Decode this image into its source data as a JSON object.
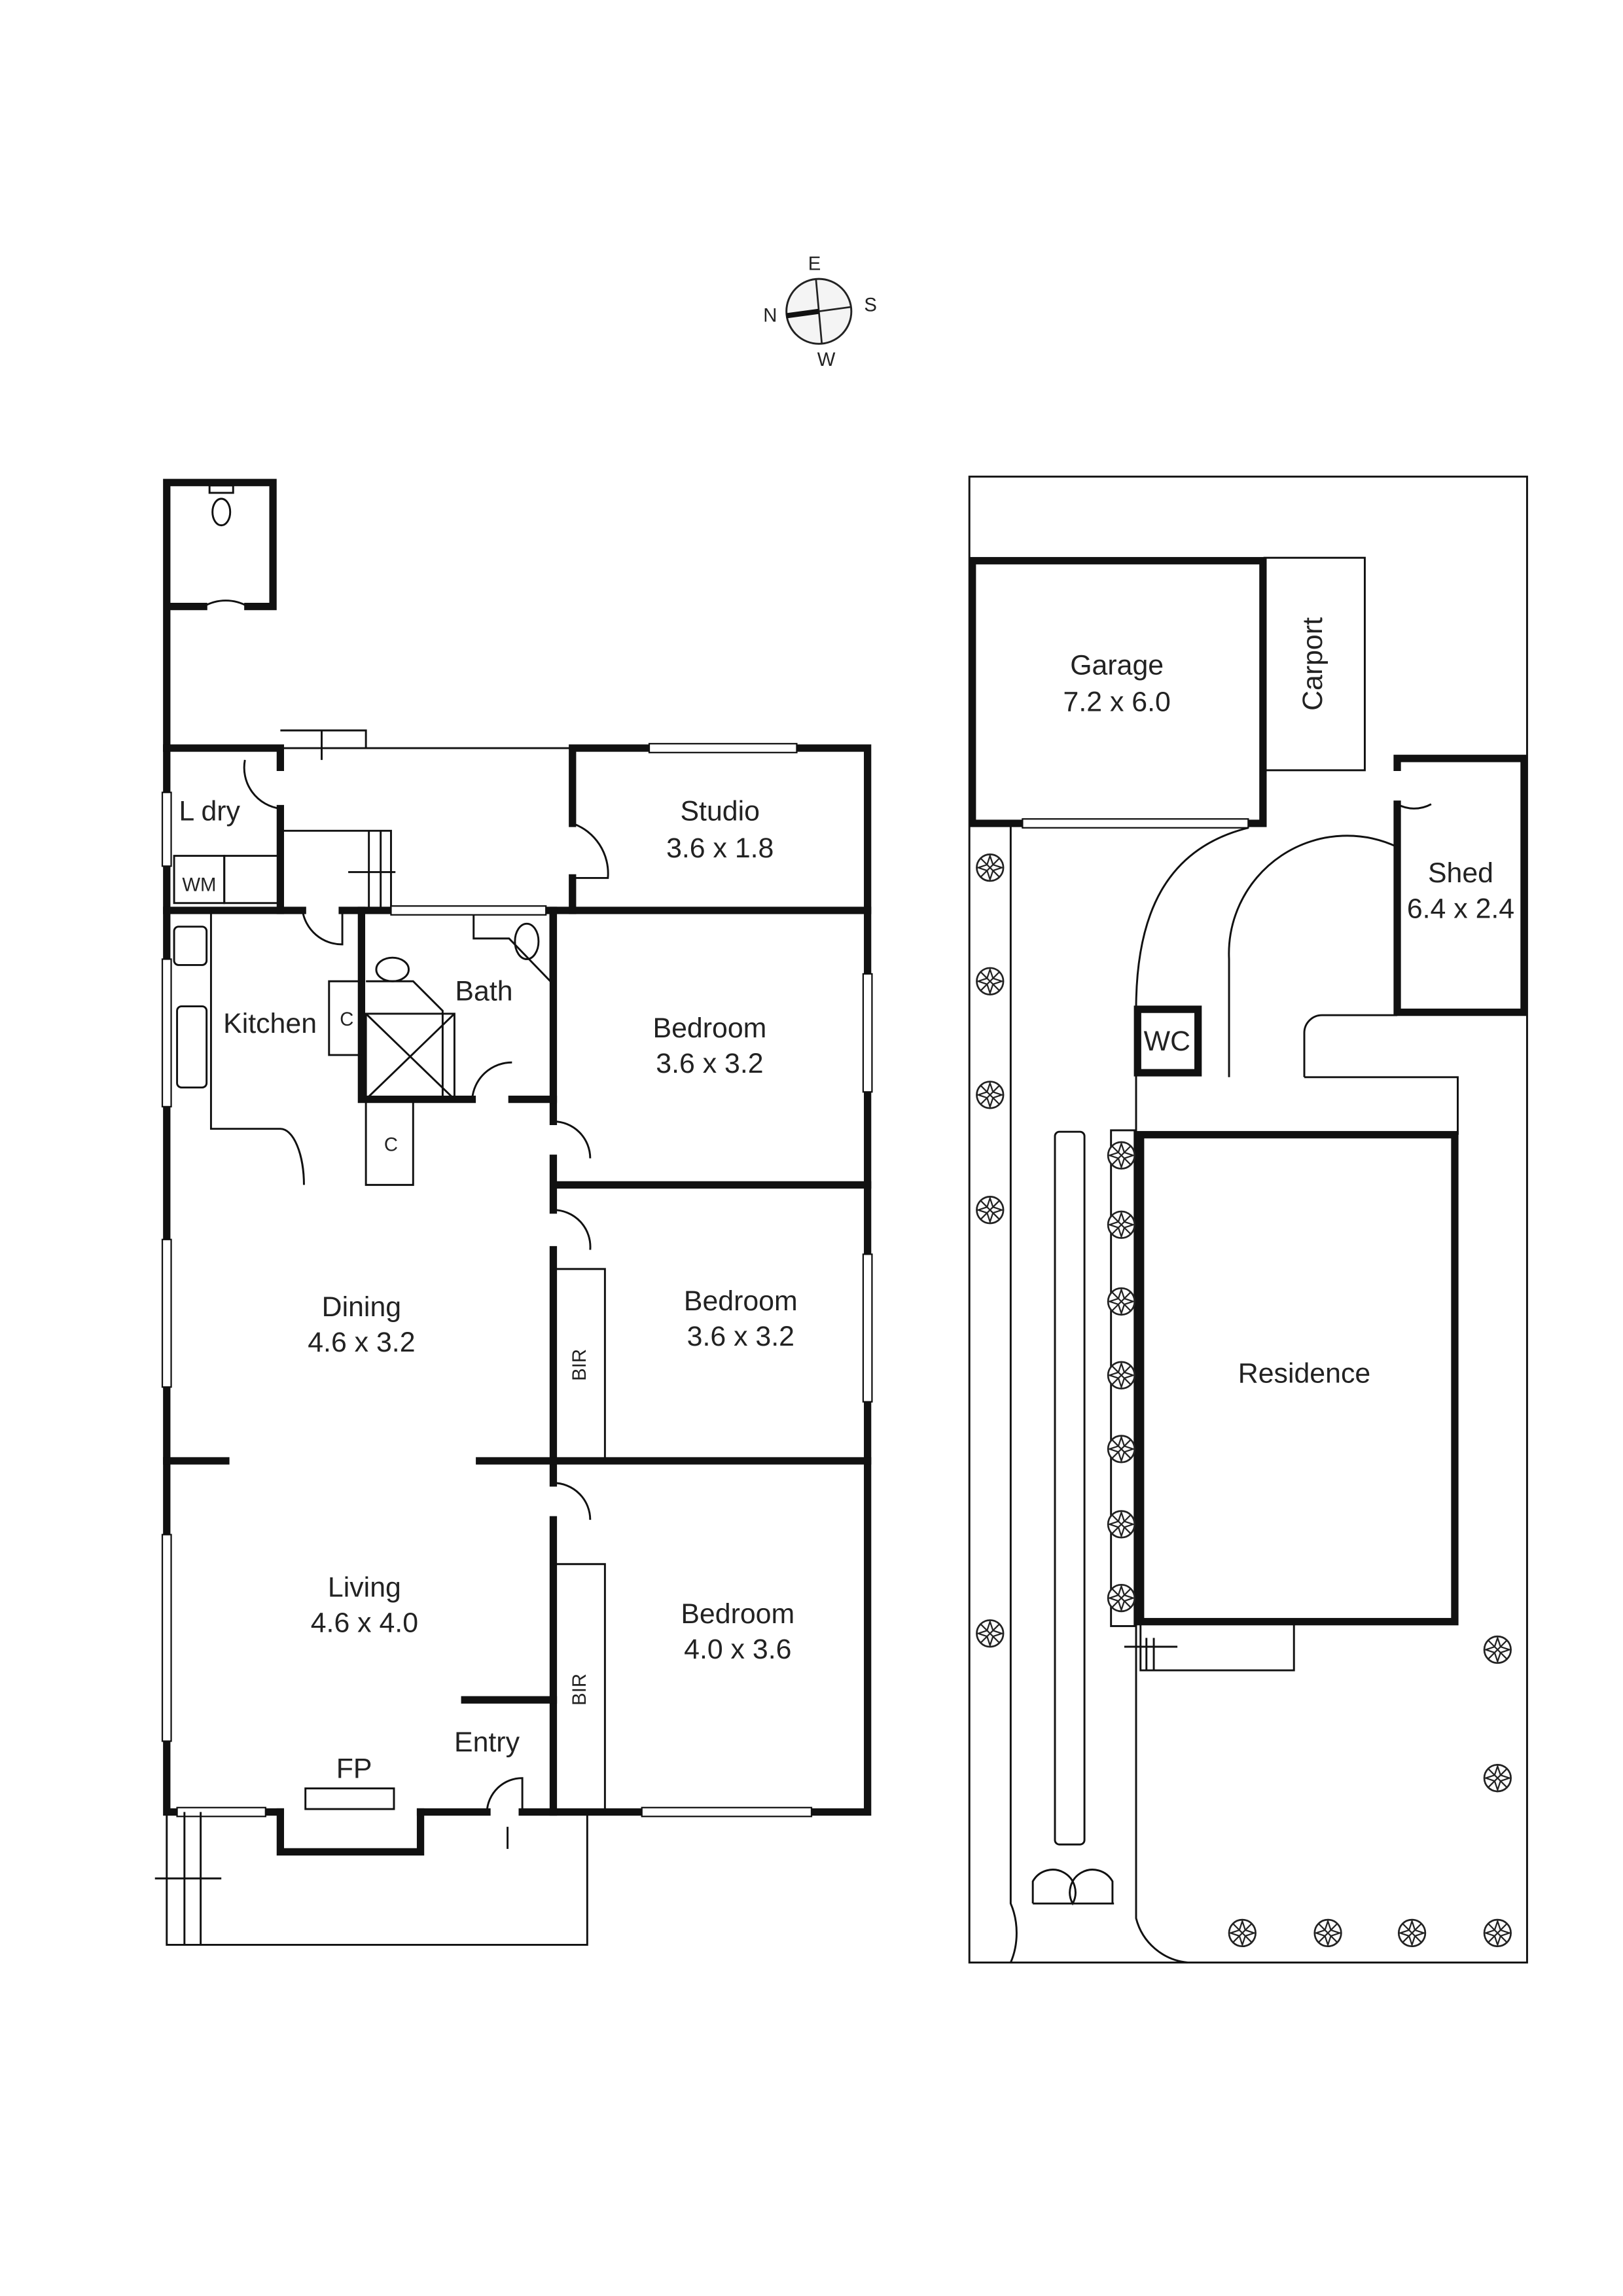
{
  "compass": {
    "north": "N",
    "east": "E",
    "south": "S",
    "west": "W"
  },
  "house": {
    "rooms": [
      {
        "name": "L dry"
      },
      {
        "name": "Studio",
        "size": "3.6 x 1.8"
      },
      {
        "name": "Kitchen"
      },
      {
        "name": "Bath"
      },
      {
        "name": "Bedroom",
        "size": "3.6 x 3.2"
      },
      {
        "name": "Dining",
        "size": "4.6 x 3.2"
      },
      {
        "name": "Bedroom",
        "size": "3.6 x 3.2"
      },
      {
        "name": "Living",
        "size": "4.6 x 4.0"
      },
      {
        "name": "Bedroom",
        "size": "4.0 x 3.6"
      },
      {
        "name": "Entry"
      },
      {
        "name": "FP"
      }
    ],
    "fixtures": {
      "wm": "WM",
      "cupboard": "C",
      "bir": "BIR"
    }
  },
  "site": {
    "garage": {
      "name": "Garage",
      "size": "7.2 x 6.0"
    },
    "carport": "Carport",
    "shed": {
      "name": "Shed",
      "size": "6.4 x 2.4"
    },
    "wc": "WC",
    "residence": "Residence"
  }
}
